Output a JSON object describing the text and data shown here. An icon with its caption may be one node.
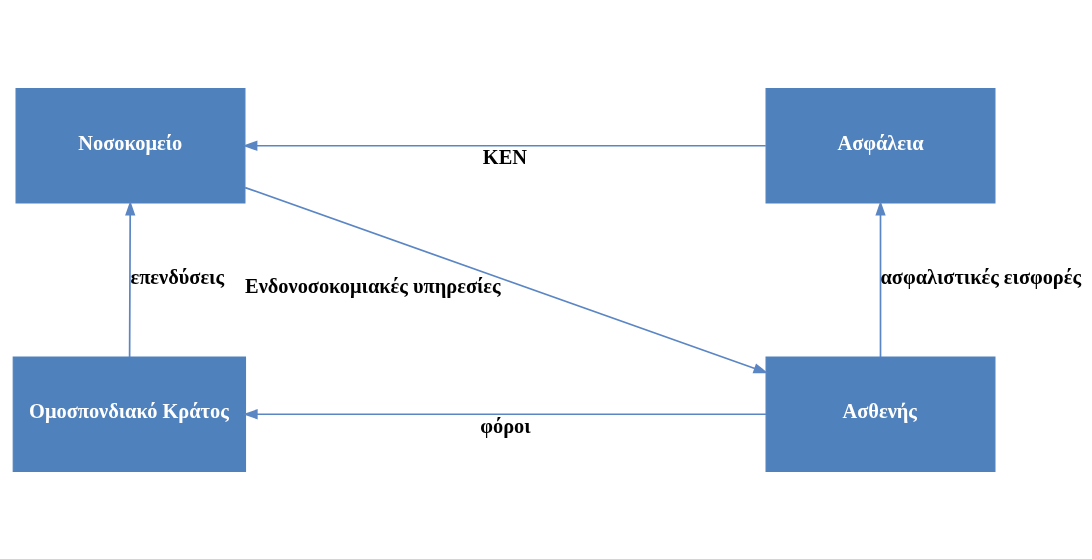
{
  "diagram": {
    "nodes": [
      {
        "text": [
          "Νοσοκομείο"
        ]
      },
      {
        "text": [
          "Ασφάλεια"
        ]
      },
      {
        "text": [
          "Ομοσπονδιακό Κράτος"
        ]
      },
      {
        "text": [
          "Ασθενής"
        ]
      }
    ],
    "edges": [
      {
        "from": 1,
        "to": 0,
        "arrow": "to",
        "label": "ΚΕΝ"
      },
      {
        "from": 2,
        "to": 0,
        "arrow": "to",
        "label": "επενδύσεις"
      },
      {
        "from": 0,
        "to": 3,
        "arrow": "to",
        "label": "Ενδονοσοκομιακές υπηρεσίες"
      },
      {
        "from": 3,
        "to": 1,
        "arrow": "to",
        "label": "ασφαλιστικές εισφορές"
      },
      {
        "from": 3,
        "to": 2,
        "arrow": "to",
        "label": "φόροι"
      }
    ]
  }
}
